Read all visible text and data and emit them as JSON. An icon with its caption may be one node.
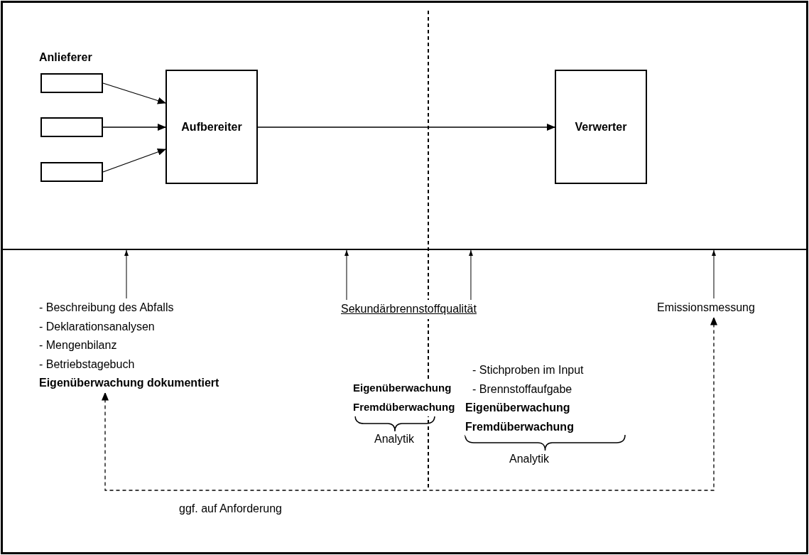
{
  "diagram": {
    "nodes": [
      {
        "text": [],
        "shape": "box"
      },
      {
        "text": [],
        "shape": "box"
      },
      {
        "text": [],
        "shape": "box"
      },
      {
        "text": [
          "Aufbereiter"
        ]
      },
      {
        "text": [
          "Verwerter"
        ]
      },
      {
        "text": [
          "- Beschreibung des Abfalls",
          "- Deklarationsanalysen",
          "- Mengenbilanz",
          "- Betriebstagebuch",
          "**Eigenüberwachung dokumentiert**"
        ]
      },
      {
        "text": [
          "Sekundärbrennstoffqualität"
        ]
      },
      {
        "text": [
          "**Eigenüberwachung**",
          "**Fremdüberwachung**"
        ],
        "beside": [
          "Analytik"
        ]
      },
      {
        "text": [
          "- Stichproben im Input",
          "- Brennstoffaufgabe",
          "**Eigenüberwachung**",
          "**Fremdüberwachung**"
        ],
        "beside": [
          "Analytik"
        ]
      },
      {
        "text": [
          "Emissionsmessung"
        ]
      }
    ],
    "edges": [
      {
        "from": 0,
        "to": 3,
        "arrow": "to"
      },
      {
        "from": 1,
        "to": 3,
        "arrow": "to"
      },
      {
        "from": 2,
        "to": 3,
        "arrow": "to"
      },
      {
        "from": 3,
        "to": 4,
        "arrow": "to"
      },
      {
        "from": 5,
        "to": null,
        "arrow": "to"
      },
      {
        "from": 6,
        "to": null,
        "arrow": "to"
      },
      {
        "from": 6,
        "to": null,
        "arrow": "to"
      },
      {
        "from": 9,
        "to": null,
        "arrow": "to"
      },
      {
        "from": 5,
        "to": 9,
        "arrow": "both",
        "style": "dashed",
        "label": "ggf. auf Anforderung"
      }
    ],
    "labels": [
      "Anlieferer"
    ]
  }
}
